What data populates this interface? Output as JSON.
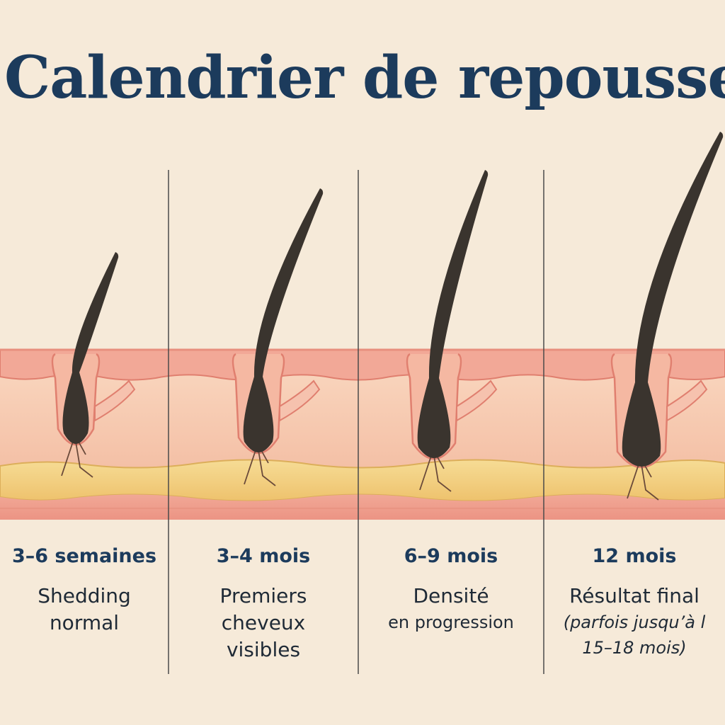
{
  "title": "Calendrier de repousse",
  "colors": {
    "background": "#f6ead9",
    "title": "#1c3b5c",
    "epidermis": "#f2a897",
    "dermis": "#f6cbb0",
    "fat": "#f3d382",
    "hair": "#3a342e",
    "divider": "#4a4a4a"
  },
  "stages": [
    {
      "time": "3–6 semaines",
      "lines": [
        "Shedding",
        "normal"
      ]
    },
    {
      "time": "3–4 mois",
      "lines": [
        "Premiers",
        "cheveux",
        "visibles"
      ]
    },
    {
      "time": "6–9 mois",
      "lines": [
        "Densité"
      ],
      "sub": "en progression"
    },
    {
      "time": "12 mois",
      "lines": [
        "Résultat final"
      ],
      "note": [
        "(parfois jusqu’à l",
        "15–18 mois)"
      ]
    }
  ]
}
